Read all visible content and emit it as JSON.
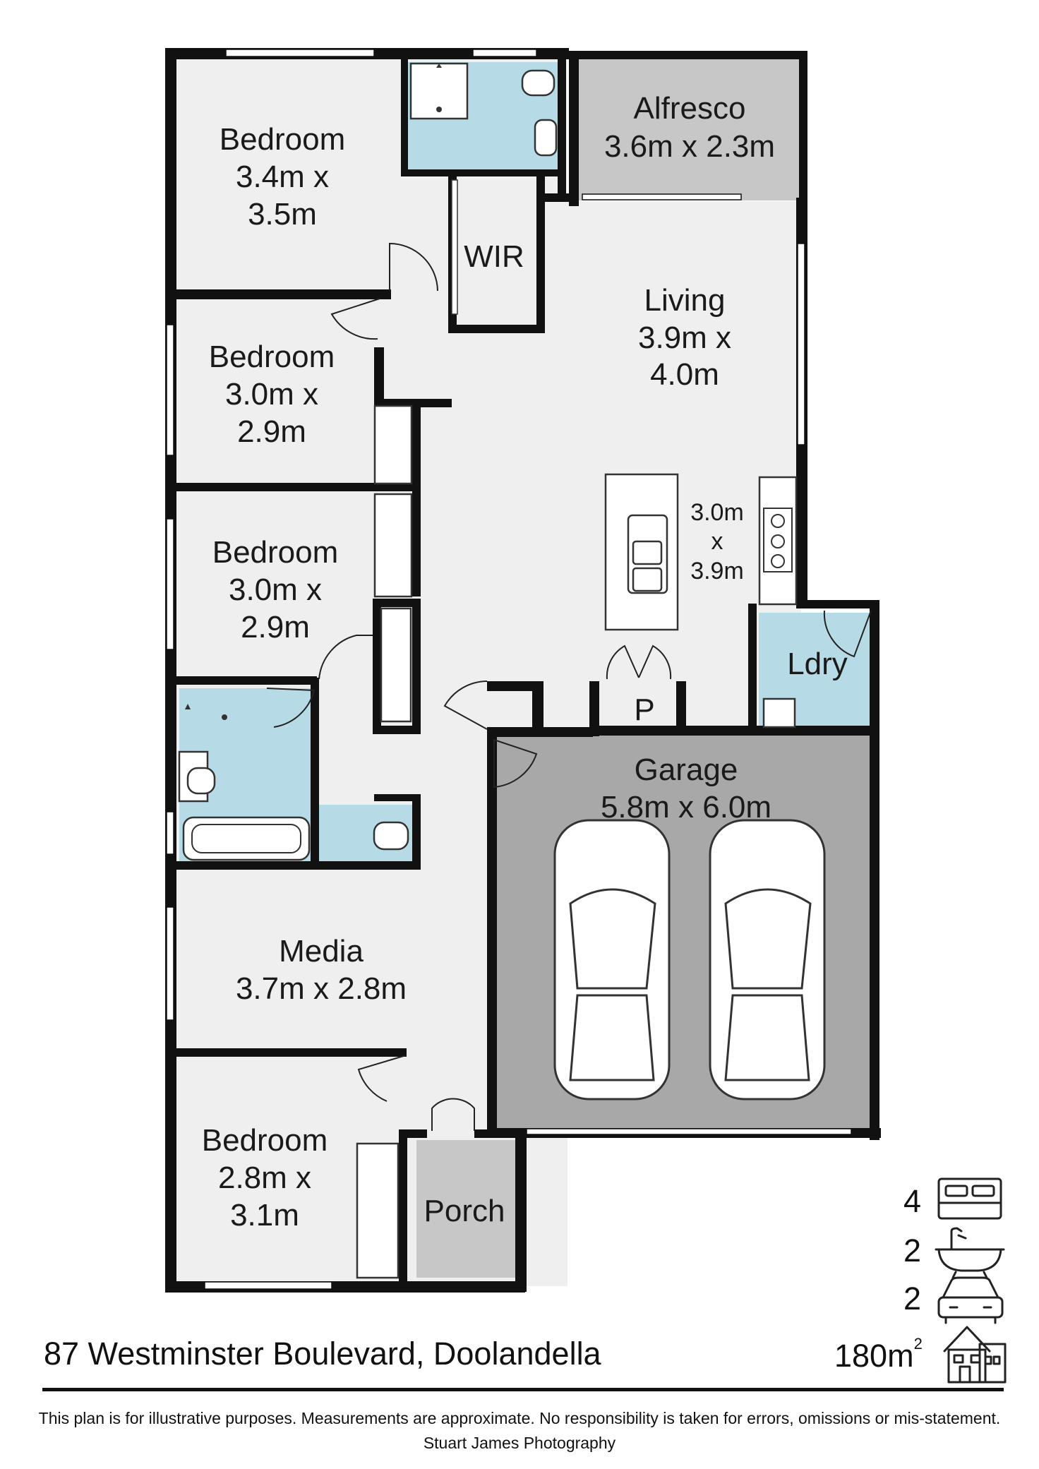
{
  "plan": {
    "colors": {
      "floor": "#efefef",
      "wet_area": "#b6dbe6",
      "garage": "#a8a8a8",
      "alfresco": "#c7c7c7",
      "porch": "#c7c7c7",
      "wall": "#111111"
    },
    "rooms": {
      "bedroom_1": {
        "name": "Bedroom",
        "line2": "3.4m x",
        "line3": "3.5m"
      },
      "bedroom_2": {
        "name": "Bedroom",
        "line2": "3.0m x",
        "line3": "2.9m"
      },
      "bedroom_3": {
        "name": "Bedroom",
        "line2": "3.0m x",
        "line3": "2.9m"
      },
      "bedroom_4": {
        "name": "Bedroom",
        "line2": "2.8m x",
        "line3": "3.1m"
      },
      "wir": {
        "name": "WIR"
      },
      "alfresco": {
        "name": "Alfresco",
        "dims": "3.6m x 2.3m"
      },
      "living": {
        "name": "Living",
        "line2": "3.9m x",
        "line3": "4.0m"
      },
      "kitchen": {
        "line1": "3.0m",
        "line2": "x",
        "line3": "3.9m"
      },
      "laundry": {
        "name": "Ldry"
      },
      "pantry": {
        "name": "P"
      },
      "garage": {
        "name": "Garage",
        "dims": "5.8m x 6.0m"
      },
      "media": {
        "name": "Media",
        "dims": "3.7m x 2.8m"
      },
      "porch": {
        "name": "Porch"
      }
    },
    "icons": [
      "bed-icon",
      "bath-icon",
      "car-icon",
      "house-icon"
    ]
  },
  "stats": {
    "bedrooms": "4",
    "bathrooms": "2",
    "car_spaces": "2",
    "area": "180m",
    "area_superscript": "2"
  },
  "footer": {
    "address": "87 Westminster Boulevard, Doolandella",
    "disclaimer": "This plan is for illustrative purposes. Measurements are approximate. No responsibility is taken for errors, omissions or mis-statement.",
    "credit": "Stuart James Photography"
  }
}
